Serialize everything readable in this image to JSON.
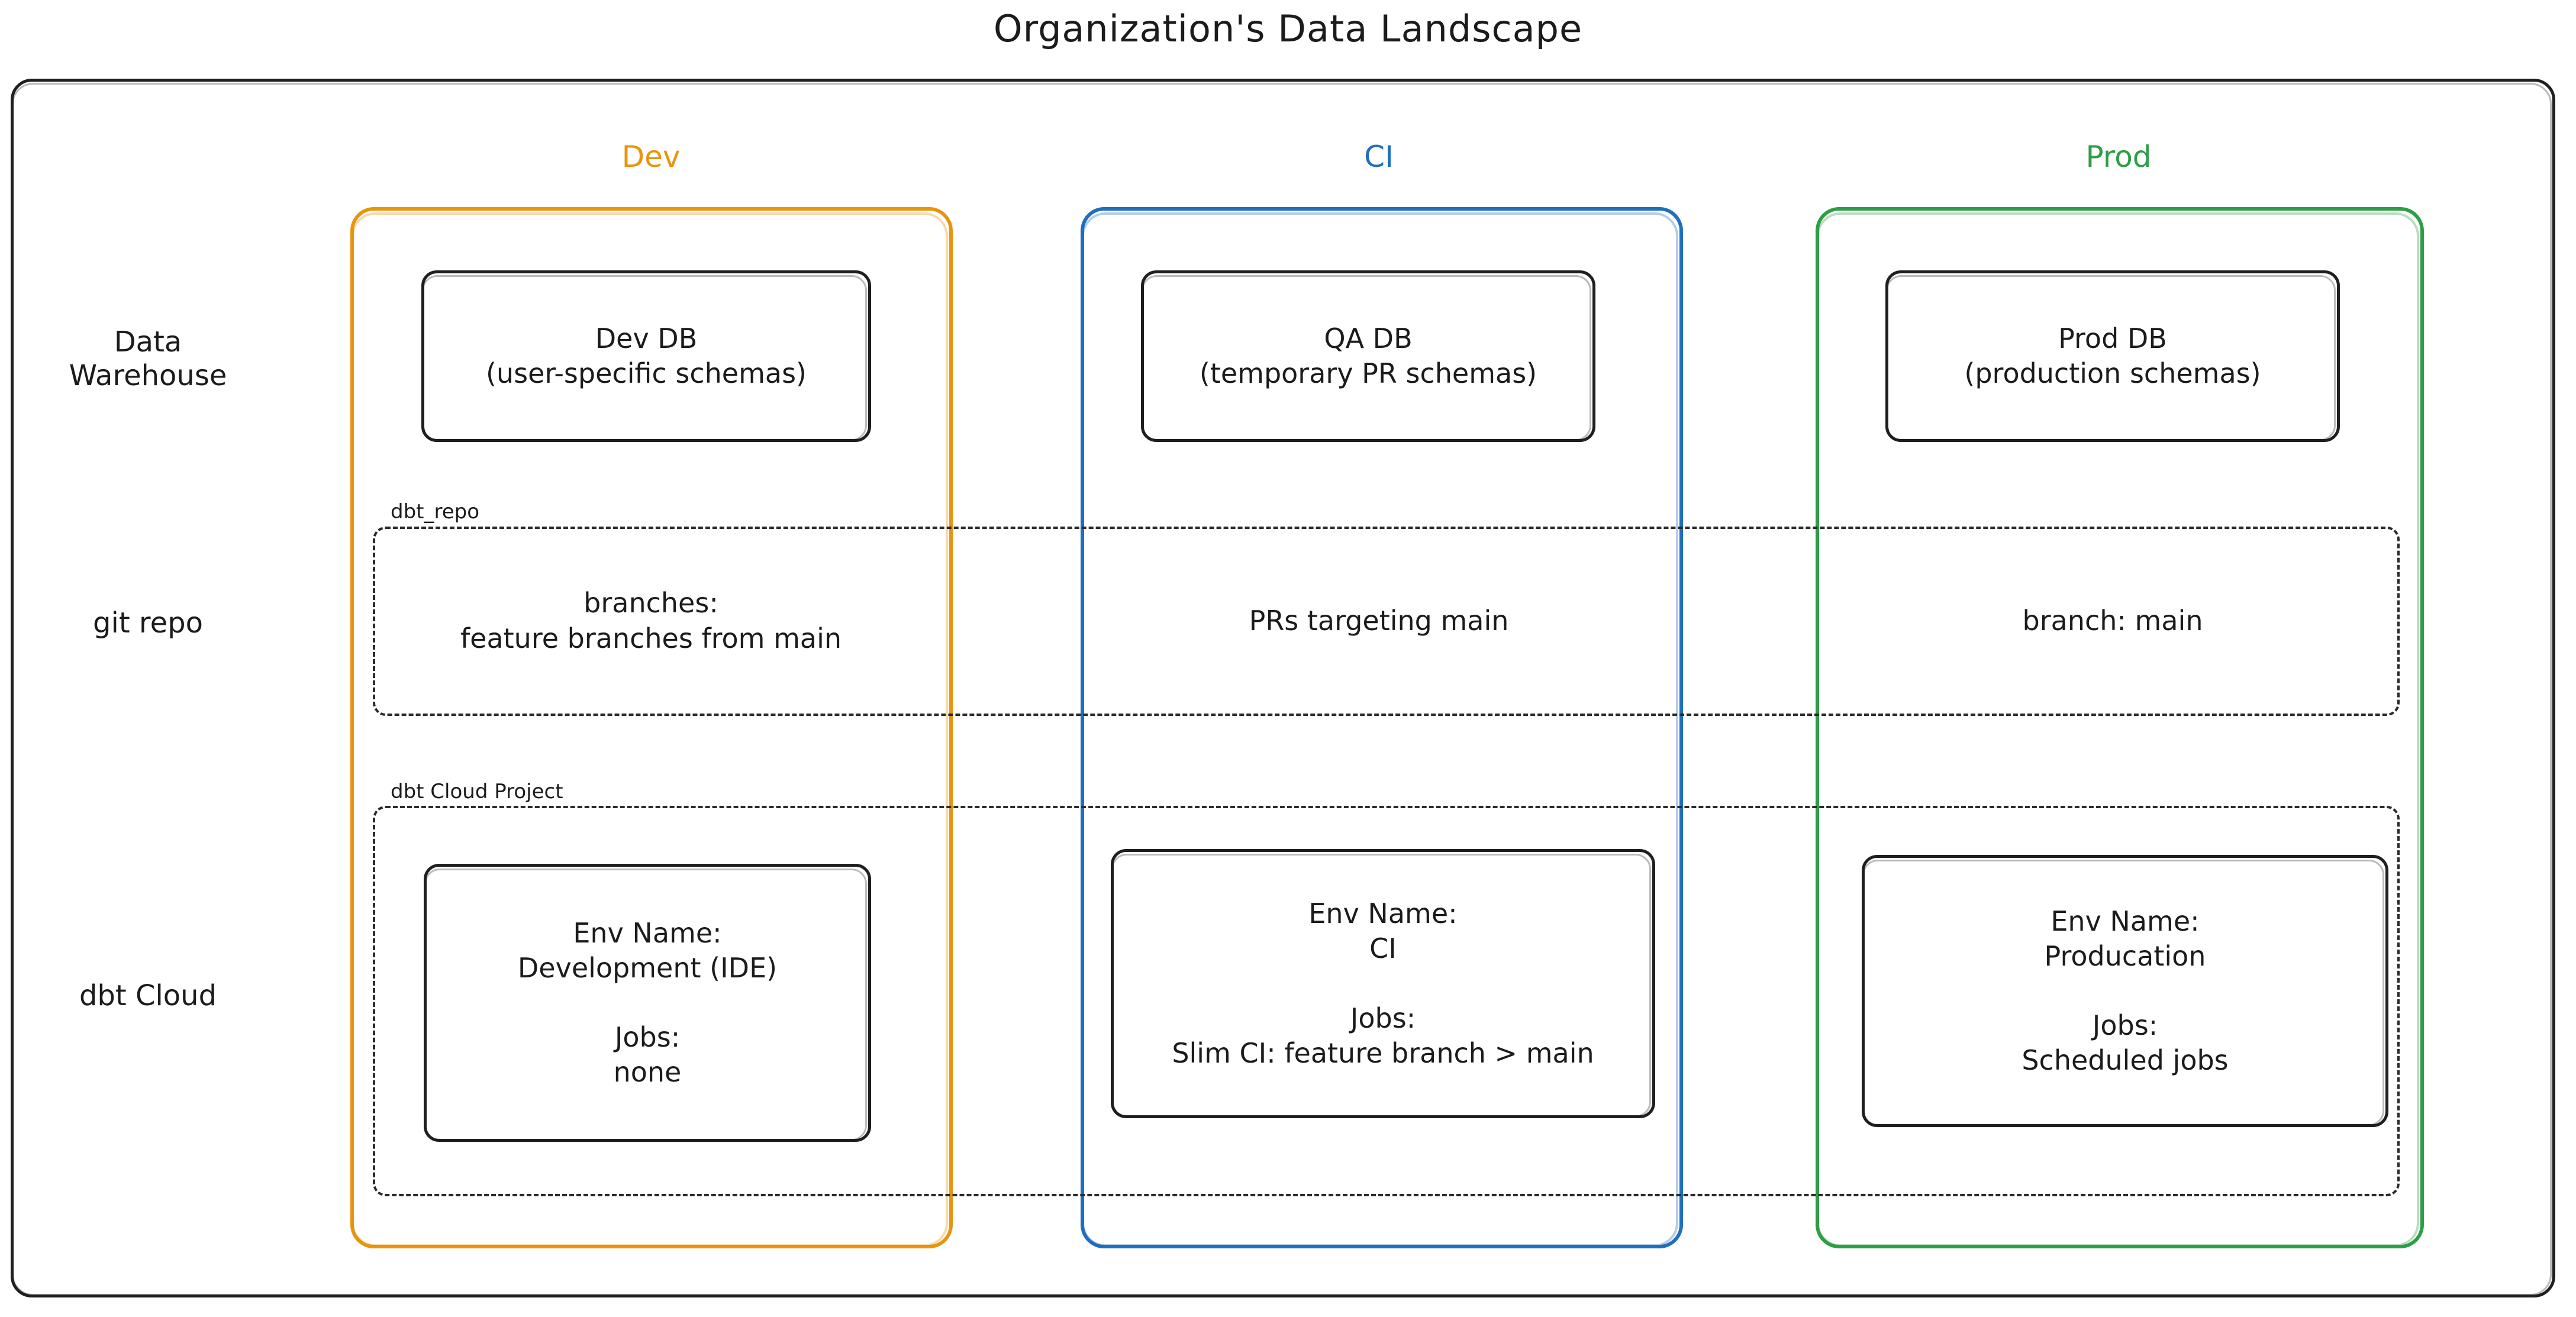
{
  "title": "Organization's Data Landscape",
  "colors": {
    "dev": "#E8940C",
    "ci": "#1F6FBE",
    "prod": "#2E9E46",
    "outline": "#1F1F1F",
    "background": "#FFFFFF"
  },
  "columns": [
    {
      "key": "dev",
      "label": "Dev",
      "color": "#E8940C"
    },
    {
      "key": "ci",
      "label": "CI",
      "color": "#1F6FBE"
    },
    {
      "key": "prod",
      "label": "Prod",
      "color": "#2E9E46"
    }
  ],
  "rows": [
    {
      "key": "warehouse",
      "label": "Data\nWarehouse"
    },
    {
      "key": "git",
      "label": "git repo"
    },
    {
      "key": "dbtcloud",
      "label": "dbt Cloud"
    }
  ],
  "bands": [
    {
      "key": "git_band",
      "label": "dbt_repo"
    },
    {
      "key": "dbt_band",
      "label": "dbt Cloud Project"
    }
  ],
  "warehouse": {
    "dev": "Dev DB\n(user-specific schemas)",
    "ci": "QA DB\n(temporary PR schemas)",
    "prod": "Prod DB\n(production schemas)"
  },
  "git": {
    "dev": "branches:\nfeature branches from main",
    "ci": "PRs targeting main",
    "prod": "branch: main"
  },
  "dbtcloud": {
    "dev": "Env Name:\nDevelopment (IDE)\n\nJobs:\nnone",
    "ci": "Env Name:\nCI\n\nJobs:\nSlim CI: feature branch > main",
    "prod": "Env Name:\nProducation\n\nJobs:\nScheduled jobs"
  }
}
